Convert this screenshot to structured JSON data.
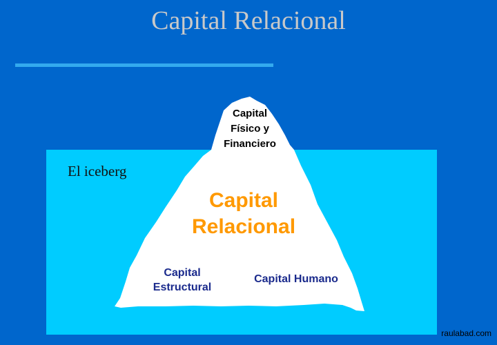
{
  "title": "Capital Relacional",
  "caption": "El iceberg",
  "iceberg": {
    "peak_lines": [
      "Capital",
      "Físico y",
      "Financiero"
    ],
    "relational_lines": [
      "Capital",
      "Relacional"
    ],
    "structural_lines": [
      "Capital",
      "Estructural"
    ],
    "human": "Capital Humano"
  },
  "footer": "raulabad.com",
  "colors": {
    "background": "#0066cc",
    "water": "#00ccff",
    "ice": "#ffffff",
    "relational_text": "#ff9900",
    "base_text": "#1a2a8c"
  }
}
